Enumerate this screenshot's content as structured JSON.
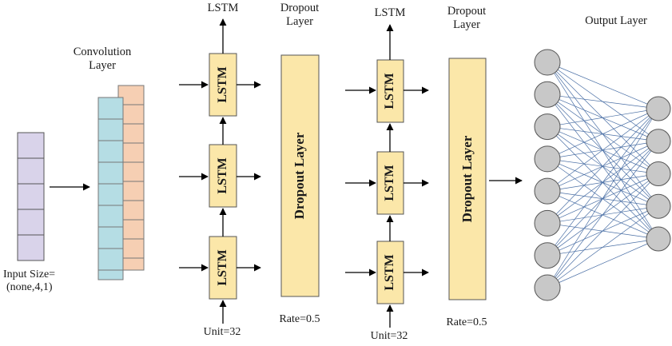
{
  "input": {
    "label_line1": "Input Size=",
    "label_line2": "(none,4,1)",
    "cell_count": 5,
    "fill_color": "#d9d3ea"
  },
  "convolution": {
    "label_line1": "Convolution",
    "label_line2": "Layer",
    "front_color": "#b5dde4",
    "back_color": "#f6cfb3"
  },
  "lstm_block_1": {
    "top_label": "LSTM",
    "cell_label": "LSTM",
    "unit_label": "Unit=32",
    "cell_color": "#fbe7a9"
  },
  "dropout_1": {
    "top_label_line1": "Dropout",
    "top_label_line2": "Layer",
    "bar_label": "Dropout Layer",
    "rate_label": "Rate=0.5",
    "bar_color": "#fbe7a9"
  },
  "lstm_block_2": {
    "top_label": "LSTM",
    "cell_label": "LSTM",
    "unit_label": "Unit=32",
    "cell_color": "#fbe7a9"
  },
  "dropout_2": {
    "top_label_line1": "Dropout",
    "top_label_line2": "Layer",
    "bar_label": "Dropout Layer",
    "rate_label": "Rate=0.5",
    "bar_color": "#fbe7a9"
  },
  "output": {
    "title": "Output Layer",
    "left_node_count": 8,
    "right_node_count": 5,
    "node_color": "#c8c8c8",
    "edge_color": "#4a6fa5"
  }
}
